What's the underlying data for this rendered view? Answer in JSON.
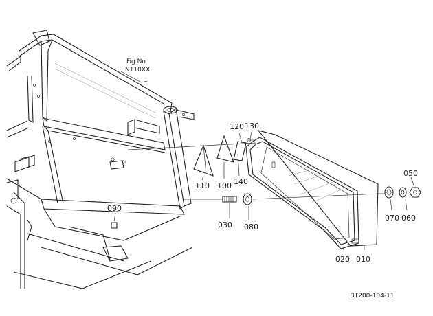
{
  "figure": {
    "fig_label": "Fig.No.",
    "fig_number": "N110XX",
    "drawing_code": "3T200-104-11"
  },
  "parts": [
    {
      "id": "p010",
      "number": "010"
    },
    {
      "id": "p020",
      "number": "020"
    },
    {
      "id": "p030",
      "number": "030"
    },
    {
      "id": "p050",
      "number": "050"
    },
    {
      "id": "p060",
      "number": "060"
    },
    {
      "id": "p070",
      "number": "070"
    },
    {
      "id": "p080",
      "number": "080"
    },
    {
      "id": "p090",
      "number": "090"
    },
    {
      "id": "p100",
      "number": "100"
    },
    {
      "id": "p110",
      "number": "110"
    },
    {
      "id": "p120",
      "number": "120"
    },
    {
      "id": "p130",
      "number": "130"
    },
    {
      "id": "p140",
      "number": "140"
    }
  ]
}
